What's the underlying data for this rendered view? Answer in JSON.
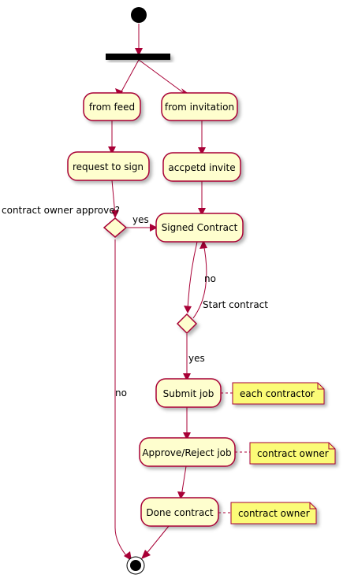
{
  "colors": {
    "activity_fill": "#FEFECE",
    "border": "#A80036",
    "note_fill": "#FBFB77",
    "start_end": "#000000"
  },
  "activities": {
    "from_feed": "from feed",
    "from_invitation": "from invitation",
    "request_to_sign": "request to sign",
    "accepted_invite": "accpetd invite",
    "signed_contract": "Signed Contract",
    "submit_job": "Submit job",
    "approve_reject_job": "Approve/Reject job",
    "done_contract": "Done contract"
  },
  "decisions": {
    "approve_question": "contract owner approve?",
    "start_contract_label": "Start contract"
  },
  "edge_labels": {
    "approve_yes": "yes",
    "approve_no": "no",
    "start_no": "no",
    "start_yes": "yes"
  },
  "notes": {
    "submit_job": "each contractor",
    "approve_reject_job": "contract owner",
    "done_contract": "contract owner"
  }
}
